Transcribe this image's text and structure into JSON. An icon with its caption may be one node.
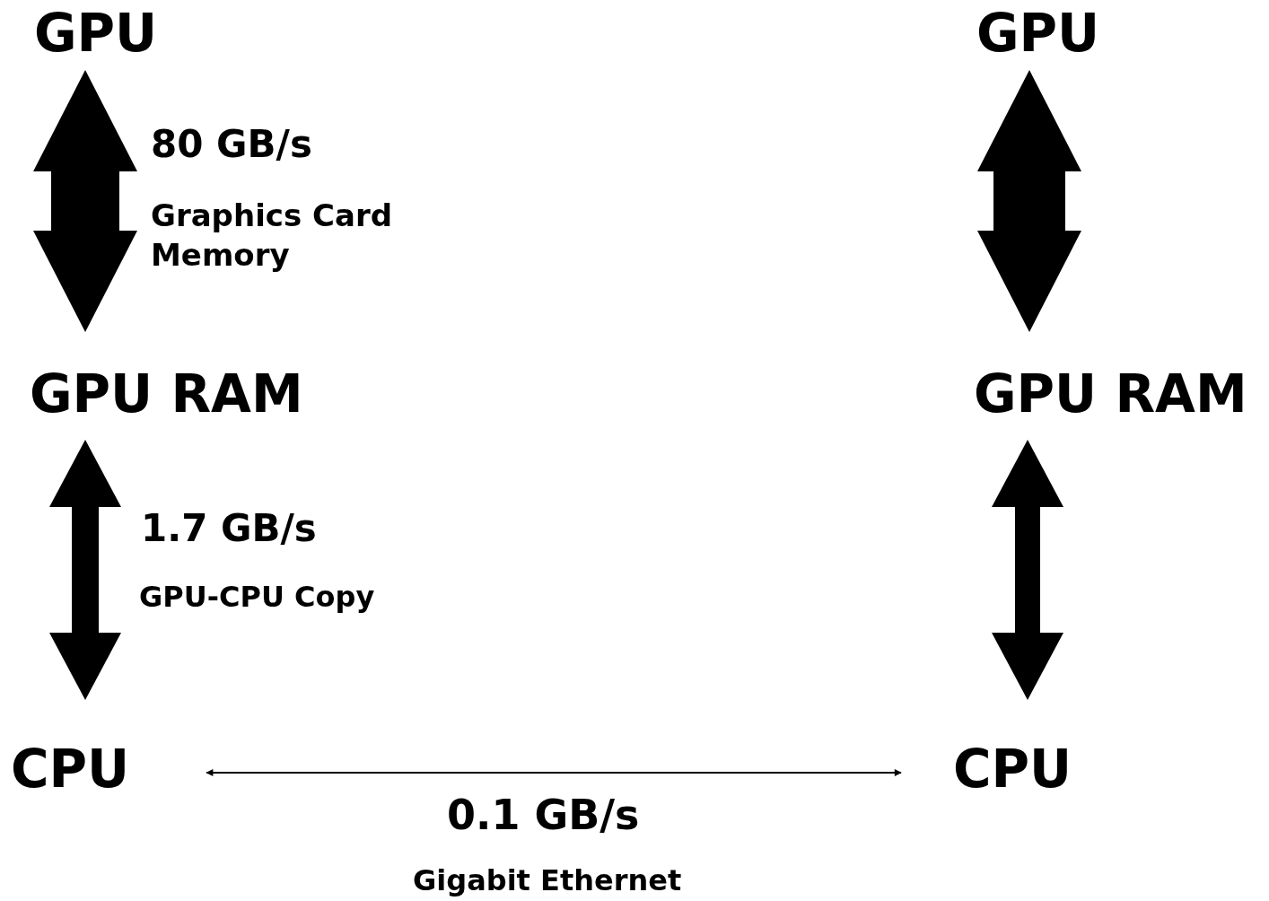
{
  "diagram": {
    "nodes": [
      {
        "text": [
          "GPU"
        ]
      },
      {
        "text": [
          "GPU"
        ]
      },
      {
        "text": [
          "GPU RAM"
        ]
      },
      {
        "text": [
          "GPU RAM"
        ]
      },
      {
        "text": [
          "CPU"
        ]
      },
      {
        "text": [
          "CPU"
        ]
      }
    ],
    "edges": [
      {
        "from": 0,
        "to": 2,
        "arrow": "both",
        "label": "80 GB/s",
        "style": "thick"
      },
      {
        "from": 1,
        "to": 3,
        "arrow": "both",
        "style": "thick"
      },
      {
        "from": 2,
        "to": 4,
        "arrow": "both",
        "label": "1.7 GB/s",
        "style": "thick"
      },
      {
        "from": 3,
        "to": 5,
        "arrow": "both",
        "style": "thick"
      },
      {
        "from": 4,
        "to": 5,
        "arrow": "both",
        "label": "0.1 GB/s"
      }
    ],
    "labels": [
      "Graphics Card Memory",
      "GPU-CPU Copy",
      "Gigabit Ethernet"
    ]
  }
}
